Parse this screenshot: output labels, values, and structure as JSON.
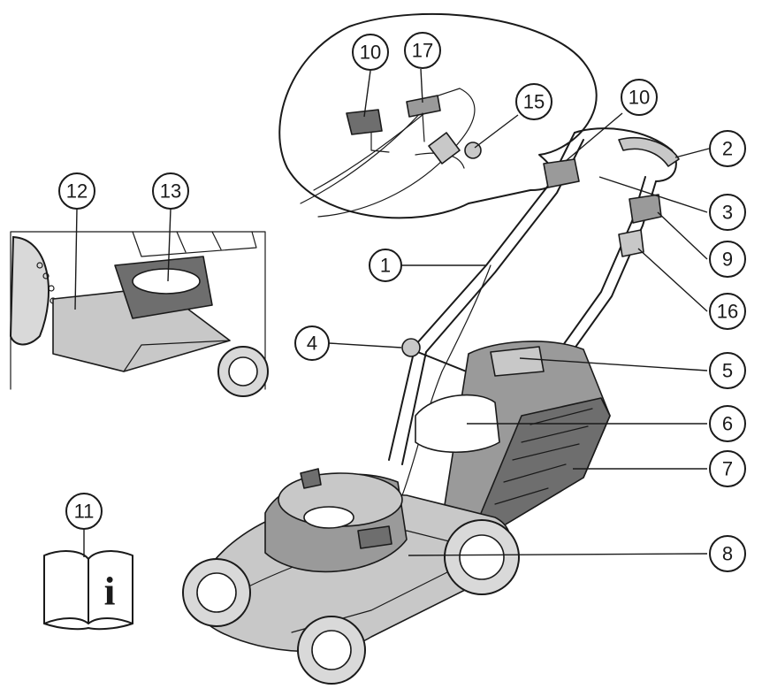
{
  "callouts": {
    "c1": "1",
    "c2": "2",
    "c3": "3",
    "c4": "4",
    "c5": "5",
    "c6": "6",
    "c7": "7",
    "c8": "8",
    "c9": "9",
    "c10a": "10",
    "c10b": "10",
    "c11": "11",
    "c12": "12",
    "c13": "13",
    "c15": "15",
    "c16": "16",
    "c17": "17"
  },
  "manual_icon": {
    "glyph": "i"
  },
  "colors": {
    "ink": "#1a1a1a",
    "shade": "#9a9a9a",
    "paper": "#ffffff"
  }
}
